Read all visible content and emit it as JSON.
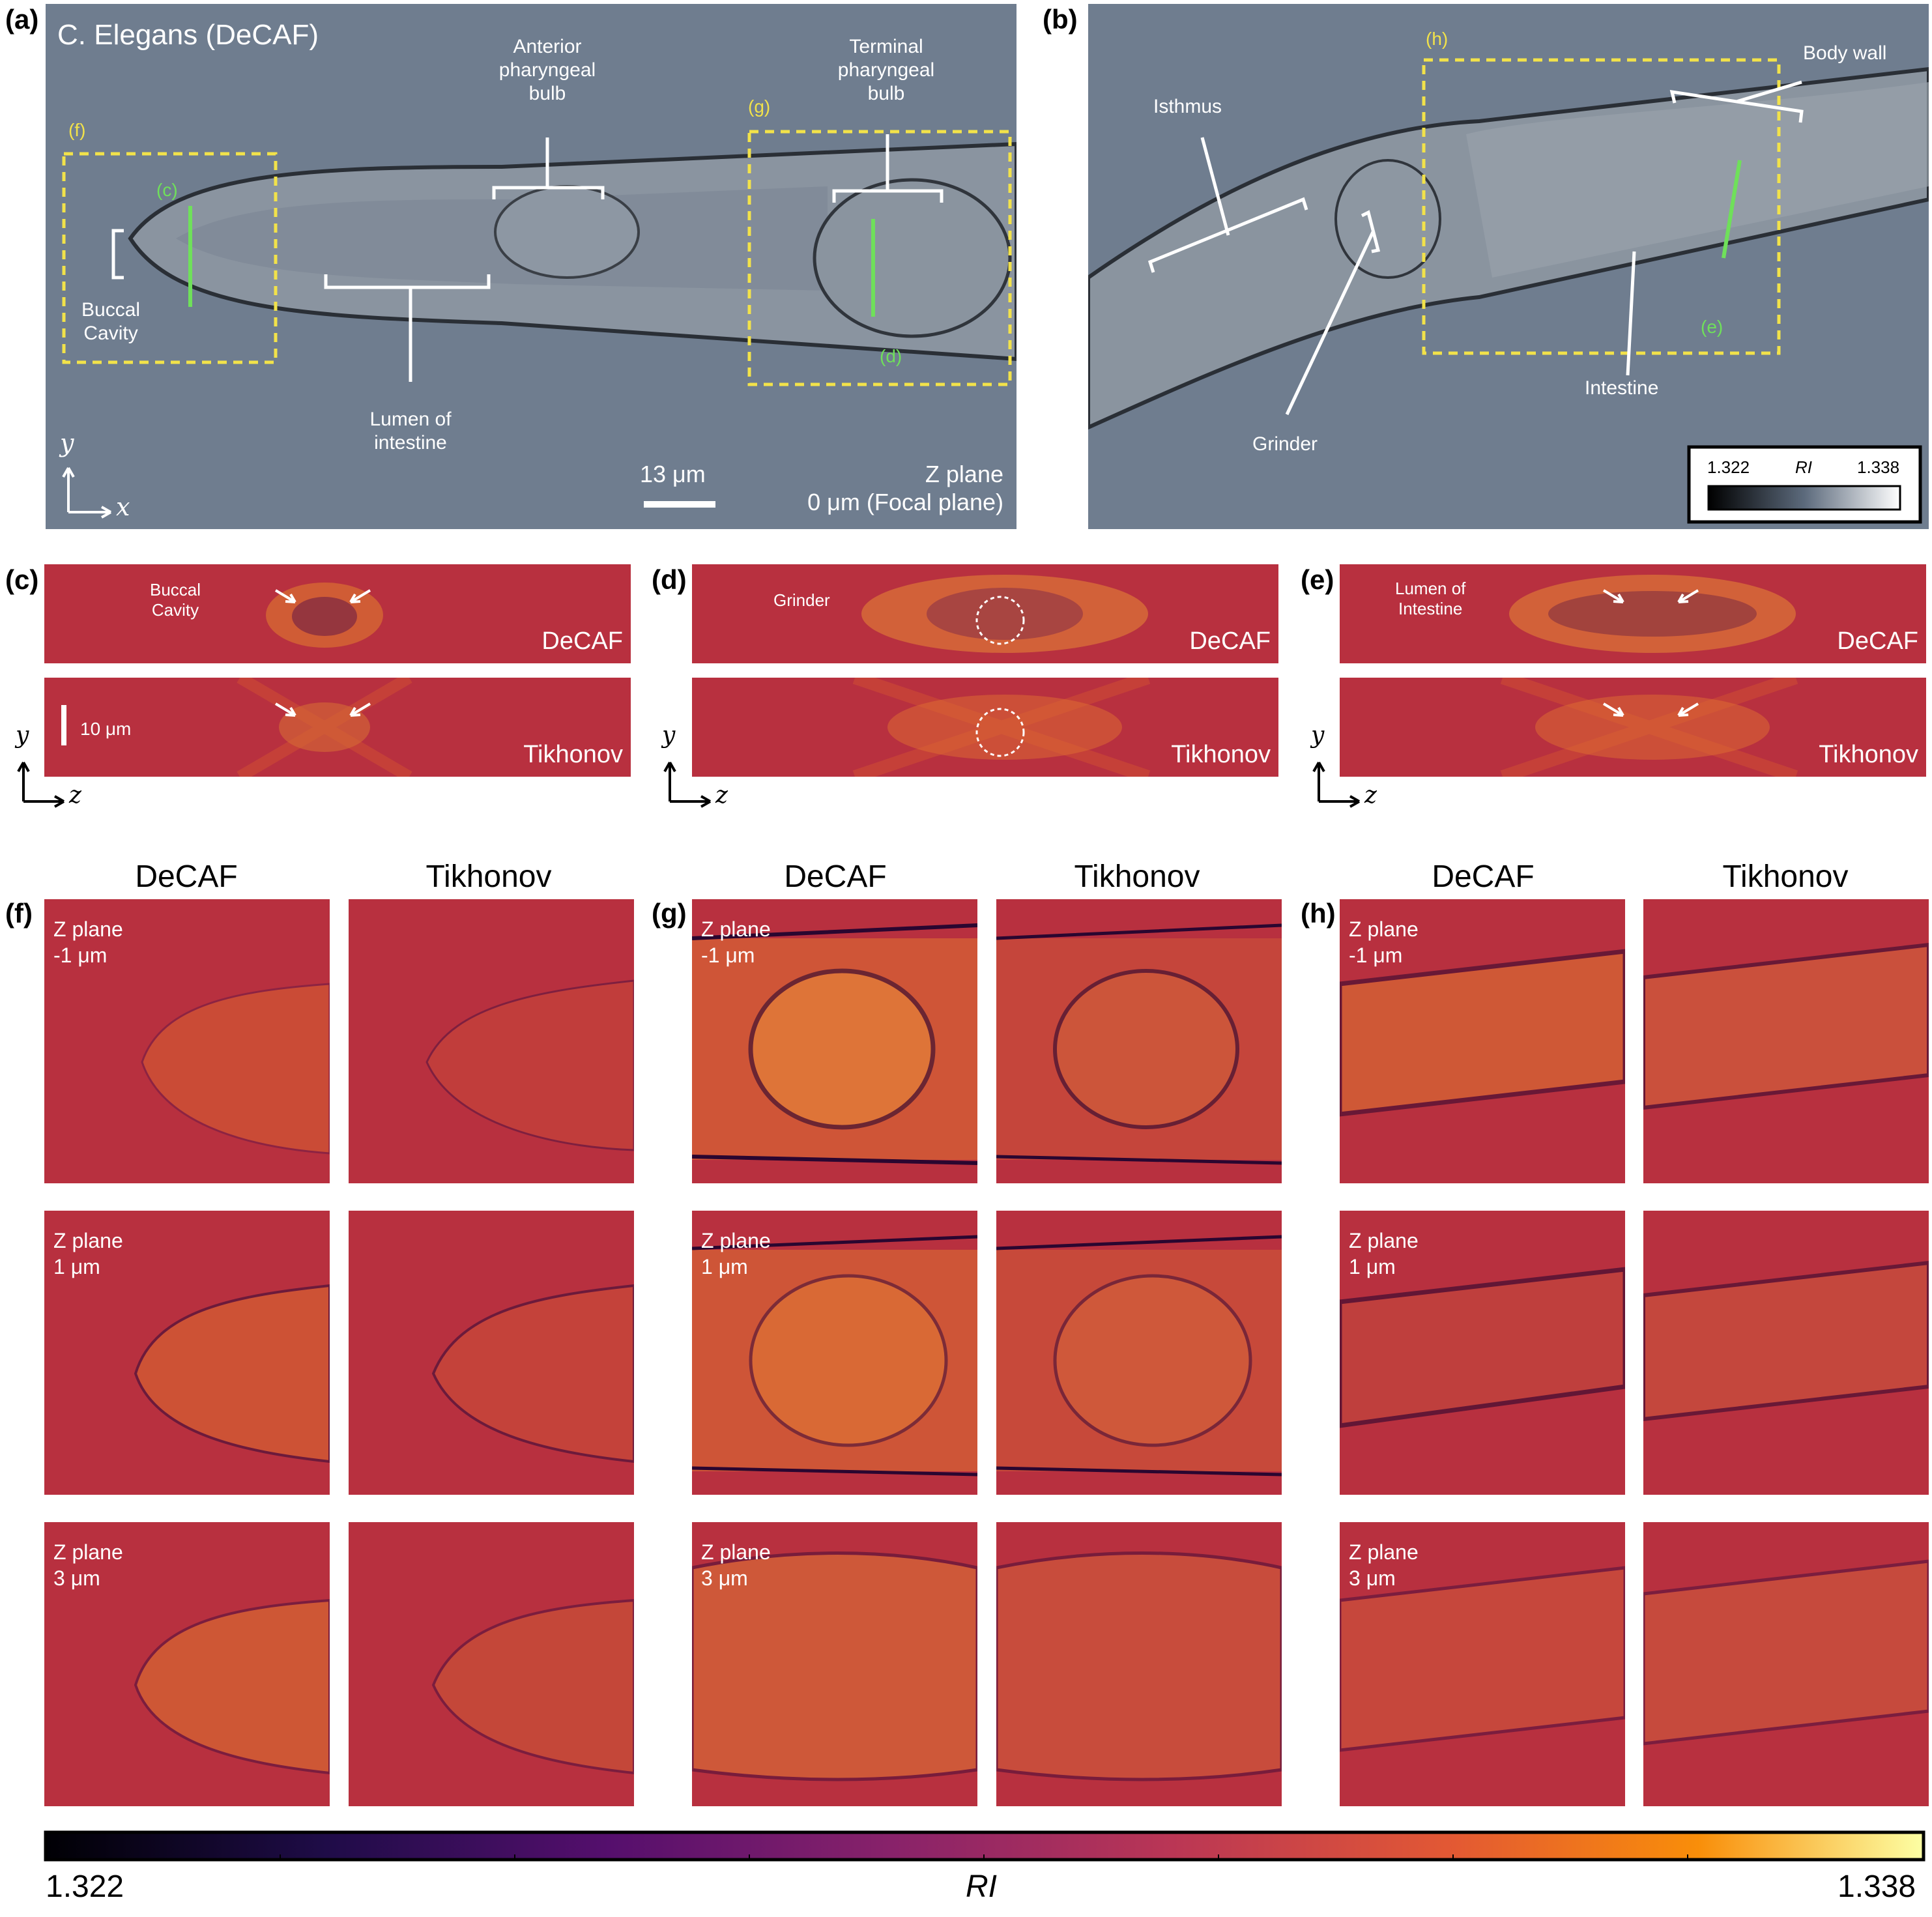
{
  "panel_a": {
    "label": "(a)",
    "title": "C. Elegans (DeCAF)",
    "box_labels": [
      "(f)",
      "(g)"
    ],
    "line_labels": [
      "(c)",
      "(d)"
    ],
    "annotations": {
      "buccal": "Buccal\nCavity",
      "anterior": "Anterior\npharyngeal\nbulb",
      "terminal": "Terminal\npharyngeal\nbulb",
      "lumen": "Lumen of\nintestine"
    },
    "scalebar": "13 μm",
    "zplane": "Z plane\n0 μm (Focal plane)",
    "axis_y": "y",
    "axis_x": "x"
  },
  "panel_b": {
    "label": "(b)",
    "box_label": "(h)",
    "line_label": "(e)",
    "annotations": {
      "isthmus": "Isthmus",
      "body_wall": "Body wall",
      "grinder": "Grinder",
      "intestine": "Intestine"
    },
    "colorbar": {
      "min": "1.322",
      "label": "RI",
      "max": "1.338"
    }
  },
  "panels_cde": [
    {
      "label": "(c)",
      "annotation": "Buccal\nCavity",
      "top": "DeCAF",
      "bottom": "Tikhonov",
      "scalebar": "10 μm"
    },
    {
      "label": "(d)",
      "annotation": "Grinder",
      "top": "DeCAF",
      "bottom": "Tikhonov"
    },
    {
      "label": "(e)",
      "annotation": "Lumen of\nIntestine",
      "top": "DeCAF",
      "bottom": "Tikhonov"
    }
  ],
  "axes_cde": {
    "y": "y",
    "z": "z"
  },
  "panels_fgh": [
    {
      "label": "(f)",
      "col1": "DeCAF",
      "col2": "Tikhonov"
    },
    {
      "label": "(g)",
      "col1": "DeCAF",
      "col2": "Tikhonov"
    },
    {
      "label": "(h)",
      "col1": "DeCAF",
      "col2": "Tikhonov"
    }
  ],
  "zplanes": [
    "Z plane\n-1 μm",
    "Z plane\n1 μm",
    "Z plane\n3 μm"
  ],
  "colorbar": {
    "min": "1.322",
    "label": "RI",
    "max": "1.338"
  },
  "colors": {
    "yellow_box": "#f2e24a",
    "green_line": "#6fe05a",
    "bg_gray": "#6f7d8f",
    "heat_mid": "#b8303f"
  }
}
